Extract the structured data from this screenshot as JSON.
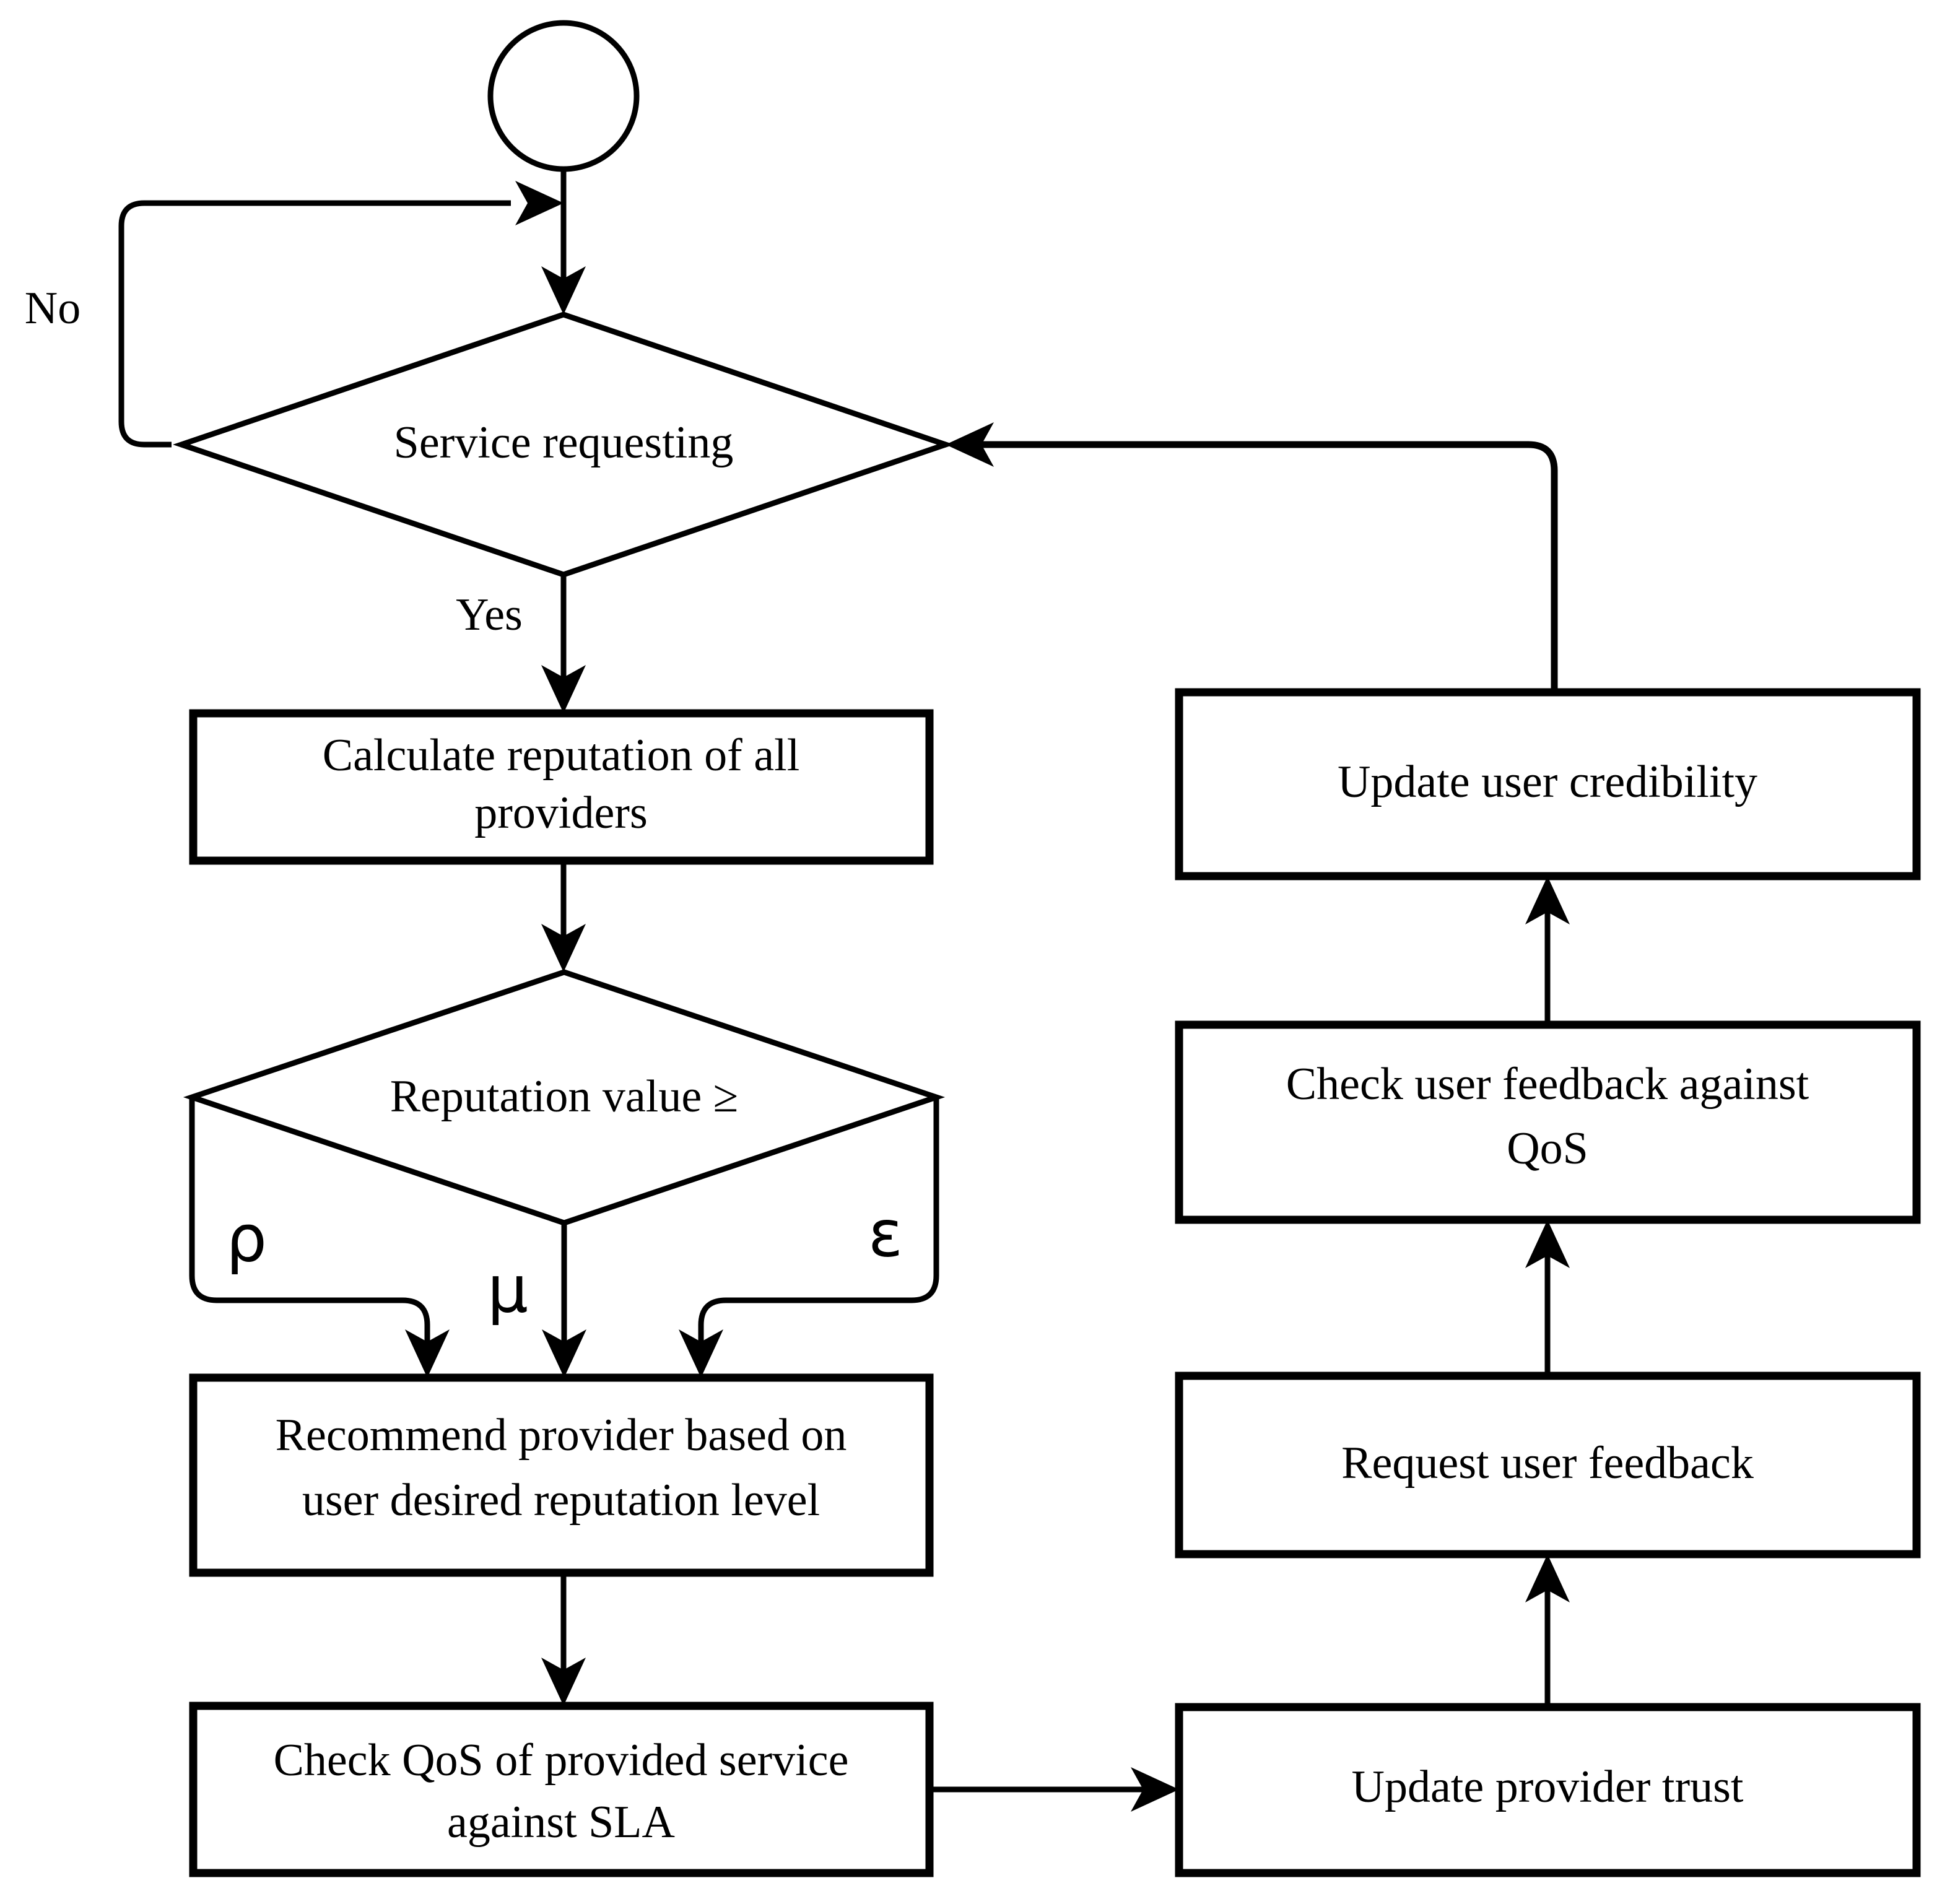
{
  "diagram": {
    "title": "Reputation-based cloud service selection flowchart",
    "background_color": "#ffffff",
    "stroke_color": "#000000",
    "nodes": {
      "start": {
        "shape": "circle",
        "label": ""
      },
      "service_requesting": {
        "shape": "diamond",
        "label": "Service requesting"
      },
      "calculate_reputation": {
        "shape": "process",
        "line1": "Calculate reputation of all",
        "line2": "providers"
      },
      "reputation_value": {
        "shape": "diamond",
        "label": "Reputation value ≥"
      },
      "recommend_provider": {
        "shape": "process",
        "line1": "Recommend provider based on",
        "line2": "user desired reputation level"
      },
      "check_qos": {
        "shape": "process",
        "line1": "Check QoS of provided service",
        "line2": "against SLA"
      },
      "update_provider_trust": {
        "shape": "process",
        "line1": "Update provider trust",
        "line2": ""
      },
      "request_user_feedback": {
        "shape": "process",
        "line1": "Request user feedback",
        "line2": ""
      },
      "check_user_feedback": {
        "shape": "process",
        "line1": "Check user feedback against",
        "line2": "QoS"
      },
      "update_user_credibility": {
        "shape": "process",
        "line1": "Update user credibility",
        "line2": ""
      }
    },
    "edge_labels": {
      "no": "No",
      "yes": "Yes",
      "rho": "ρ",
      "mu": "μ",
      "epsilon": "ε"
    }
  }
}
